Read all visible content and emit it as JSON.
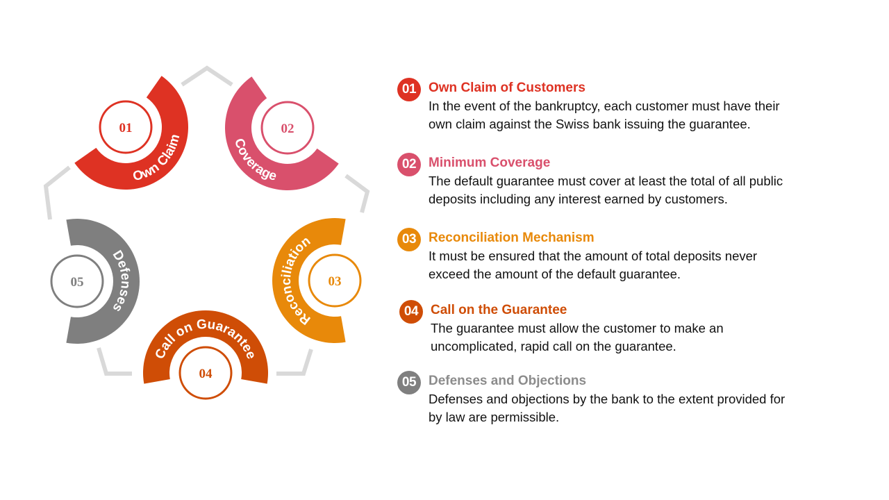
{
  "colors": {
    "step1": "#de3223",
    "step2": "#d9506c",
    "step3": "#e8890a",
    "step4": "#cf4d06",
    "step5": "#7f7f7f",
    "pentagon_outline": "#d9d9d9",
    "body_text": "#111111"
  },
  "diagram": {
    "segments": [
      {
        "number": "01",
        "label": "Own Claim"
      },
      {
        "number": "02",
        "label": "Coverage"
      },
      {
        "number": "03",
        "label": "Reconciliation"
      },
      {
        "number": "04",
        "label": "Call on Guarantee"
      },
      {
        "number": "05",
        "label": "Defenses"
      }
    ]
  },
  "list": {
    "items": [
      {
        "number": "01",
        "title": "Own Claim of Customers",
        "lines": [
          "In the event of the bankruptcy, each customer must have their",
          "own claim against the Swiss bank issuing the guarantee."
        ]
      },
      {
        "number": "02",
        "title": "Minimum Coverage",
        "lines": [
          "The default guarantee must cover at least the total of all public",
          "deposits including any interest earned by customers."
        ]
      },
      {
        "number": "03",
        "title": "Reconciliation Mechanism",
        "lines": [
          "It must be ensured that the amount of total deposits never",
          "exceed the amount of the default guarantee."
        ]
      },
      {
        "number": "04",
        "title": "Call on the Guarantee",
        "lines": [
          "The guarantee must allow the customer to make an",
          "uncomplicated, rapid call on the guarantee."
        ]
      },
      {
        "number": "05",
        "title": "Defenses and Objections",
        "lines": [
          "Defenses and objections by the bank to the extent provided for",
          "by law are permissible."
        ]
      }
    ]
  }
}
